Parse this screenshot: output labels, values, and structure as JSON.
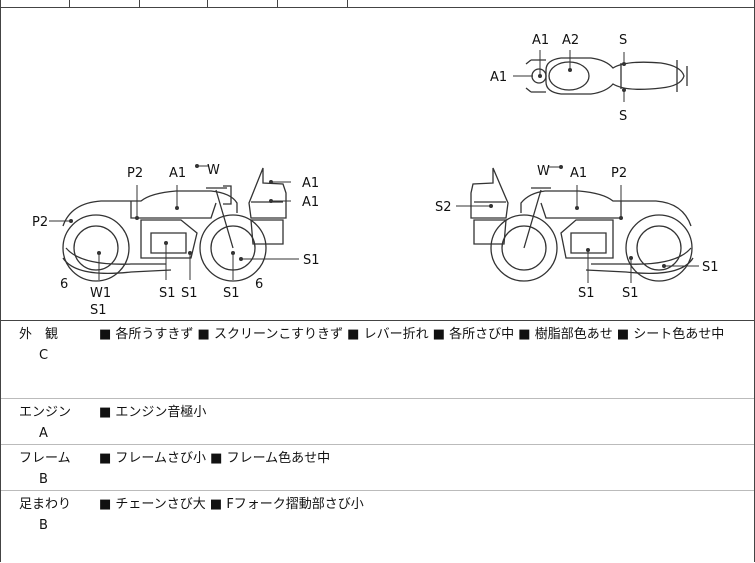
{
  "top_row": {
    "cells": [
      "",
      "",
      "",
      "",
      "",
      ""
    ]
  },
  "diagram": {
    "top_view_labels": {
      "a1": "A1",
      "a2": "A2",
      "s_top": "S",
      "a1_left": "A1",
      "s_bottom": "S"
    },
    "left_view_labels": {
      "p2": "P2",
      "a1": "A1",
      "w": "W",
      "a1_case_top": "A1",
      "a1_case_bottom": "A1",
      "p2_rear": "P2",
      "s1_a": "S1",
      "s1_b": "S1",
      "s1_c": "S1",
      "s1_d": "S1",
      "six_a": "6",
      "six_b": "6",
      "w1": "W1",
      "s1_w": "S1"
    },
    "right_view_labels": {
      "w": "W",
      "a1": "A1",
      "p2": "P2",
      "s2": "S2",
      "s1_right": "S1",
      "s1_a": "S1",
      "s1_b": "S1"
    }
  },
  "conditions": [
    {
      "label": "外　観",
      "grade": "C",
      "text": "■ 各所うすきず ■ スクリーンこすりきず ■ レバー折れ ■ 各所さび中 ■ 樹脂部色あせ ■ シート色あせ中"
    },
    {
      "label": "エンジン",
      "grade": "A",
      "text": "■ エンジン音極小"
    },
    {
      "label": "フレーム",
      "grade": "B",
      "text": "■ フレームさび小 ■ フレーム色あせ中"
    },
    {
      "label": "足まわり",
      "grade": "B",
      "text": "■ チェーンさび大 ■ Fフォーク摺動部さび小"
    }
  ]
}
